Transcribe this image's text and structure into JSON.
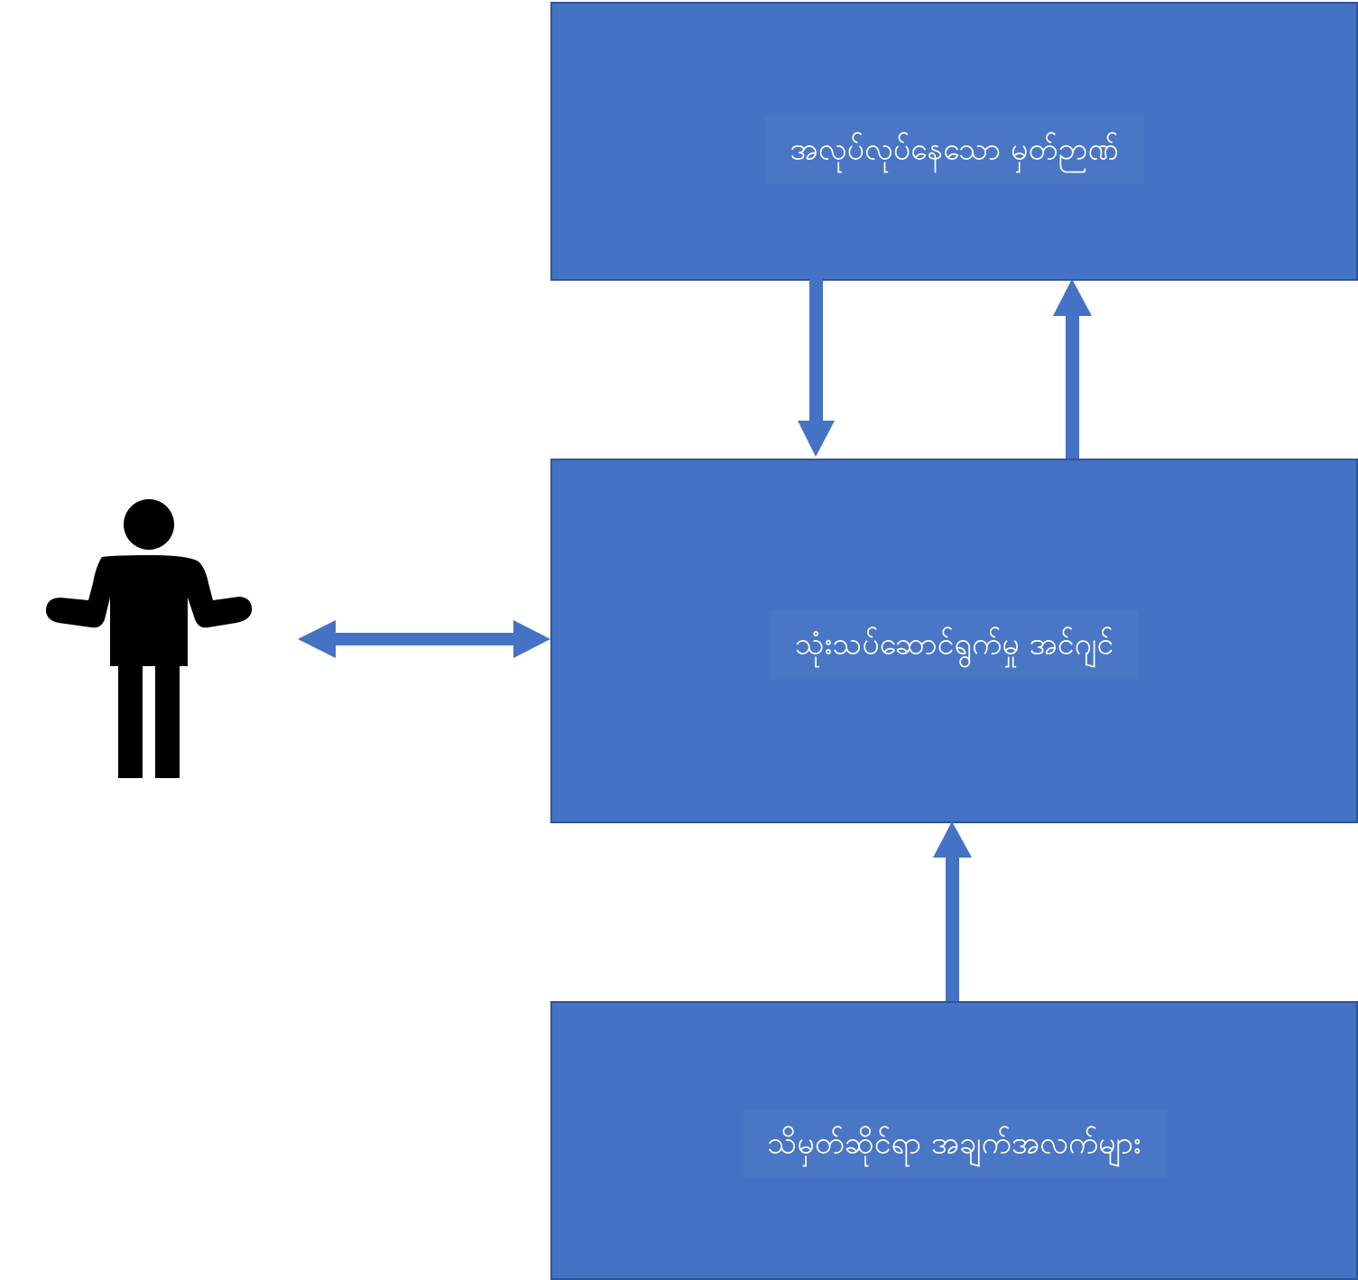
{
  "nodes": {
    "working_memory": "အလုပ်လုပ်နေသော မှတ်ဉာဏ်",
    "engagement_engine": "သုံးသပ်ဆောင်ရွက်မှု အင်ဂျင်",
    "knowledge_base": "သိမှတ်ဆိုင်ရာ အချက်အလက်များ"
  },
  "icons": {
    "user": "person-icon"
  },
  "colors": {
    "box_fill": "#4472c4",
    "box_border": "#2f5597",
    "arrow": "#4472c4",
    "text": "#ffffff",
    "person": "#000000"
  }
}
